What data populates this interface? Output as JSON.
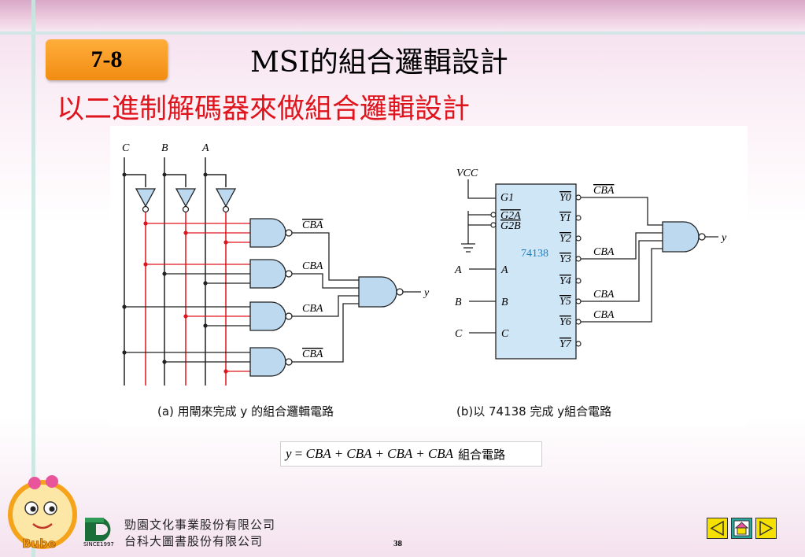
{
  "slide": {
    "section_badge": "7-8",
    "title": "MSI的組合邏輯設計",
    "subtitle": "以二進制解碼器來做組合邏輯設計"
  },
  "figure_a": {
    "inputs": [
      "C",
      "B",
      "A"
    ],
    "gate_outputs": [
      "CBA",
      "CBA",
      "CBA",
      "CBA"
    ],
    "output": "y",
    "caption": "(a) 用閘來完成 y 的組合邏輯電路"
  },
  "figure_b": {
    "vcc": "VCC",
    "chip": "74138",
    "enable_pins": [
      "G1",
      "G2A",
      "G2B"
    ],
    "input_pins": [
      "A",
      "B",
      "C"
    ],
    "input_labels": [
      "A",
      "B",
      "C"
    ],
    "output_pins": [
      "Y0",
      "Y1",
      "Y2",
      "Y3",
      "Y4",
      "Y5",
      "Y6",
      "Y7"
    ],
    "used_output_labels": [
      "CBA",
      "CBA",
      "CBA",
      "CBA"
    ],
    "output": "y",
    "caption": "(b)以 74138 完成 y組合電路"
  },
  "formula": {
    "lhs": "y",
    "rhs": "CBA + CBA + CBA + CBA",
    "suffix": "組合電路"
  },
  "footer": {
    "publisher_line1": "勁園文化事業股份有限公司",
    "publisher_line2": "台科大圖書股份有限公司",
    "since": "SINCE1997",
    "mascot_text": "Bube",
    "page_number": "38"
  },
  "nav": {
    "prev_icon": "triangle-left-icon",
    "home_icon": "home-icon",
    "next_icon": "triangle-right-icon",
    "accent": "#f5e000",
    "home_accent": "#2aa8a0"
  },
  "colors": {
    "badge": "#f28c12",
    "subtitle": "#e0141c",
    "chip_fill": "#cfe6f6",
    "red_wire": "#e0141c"
  }
}
